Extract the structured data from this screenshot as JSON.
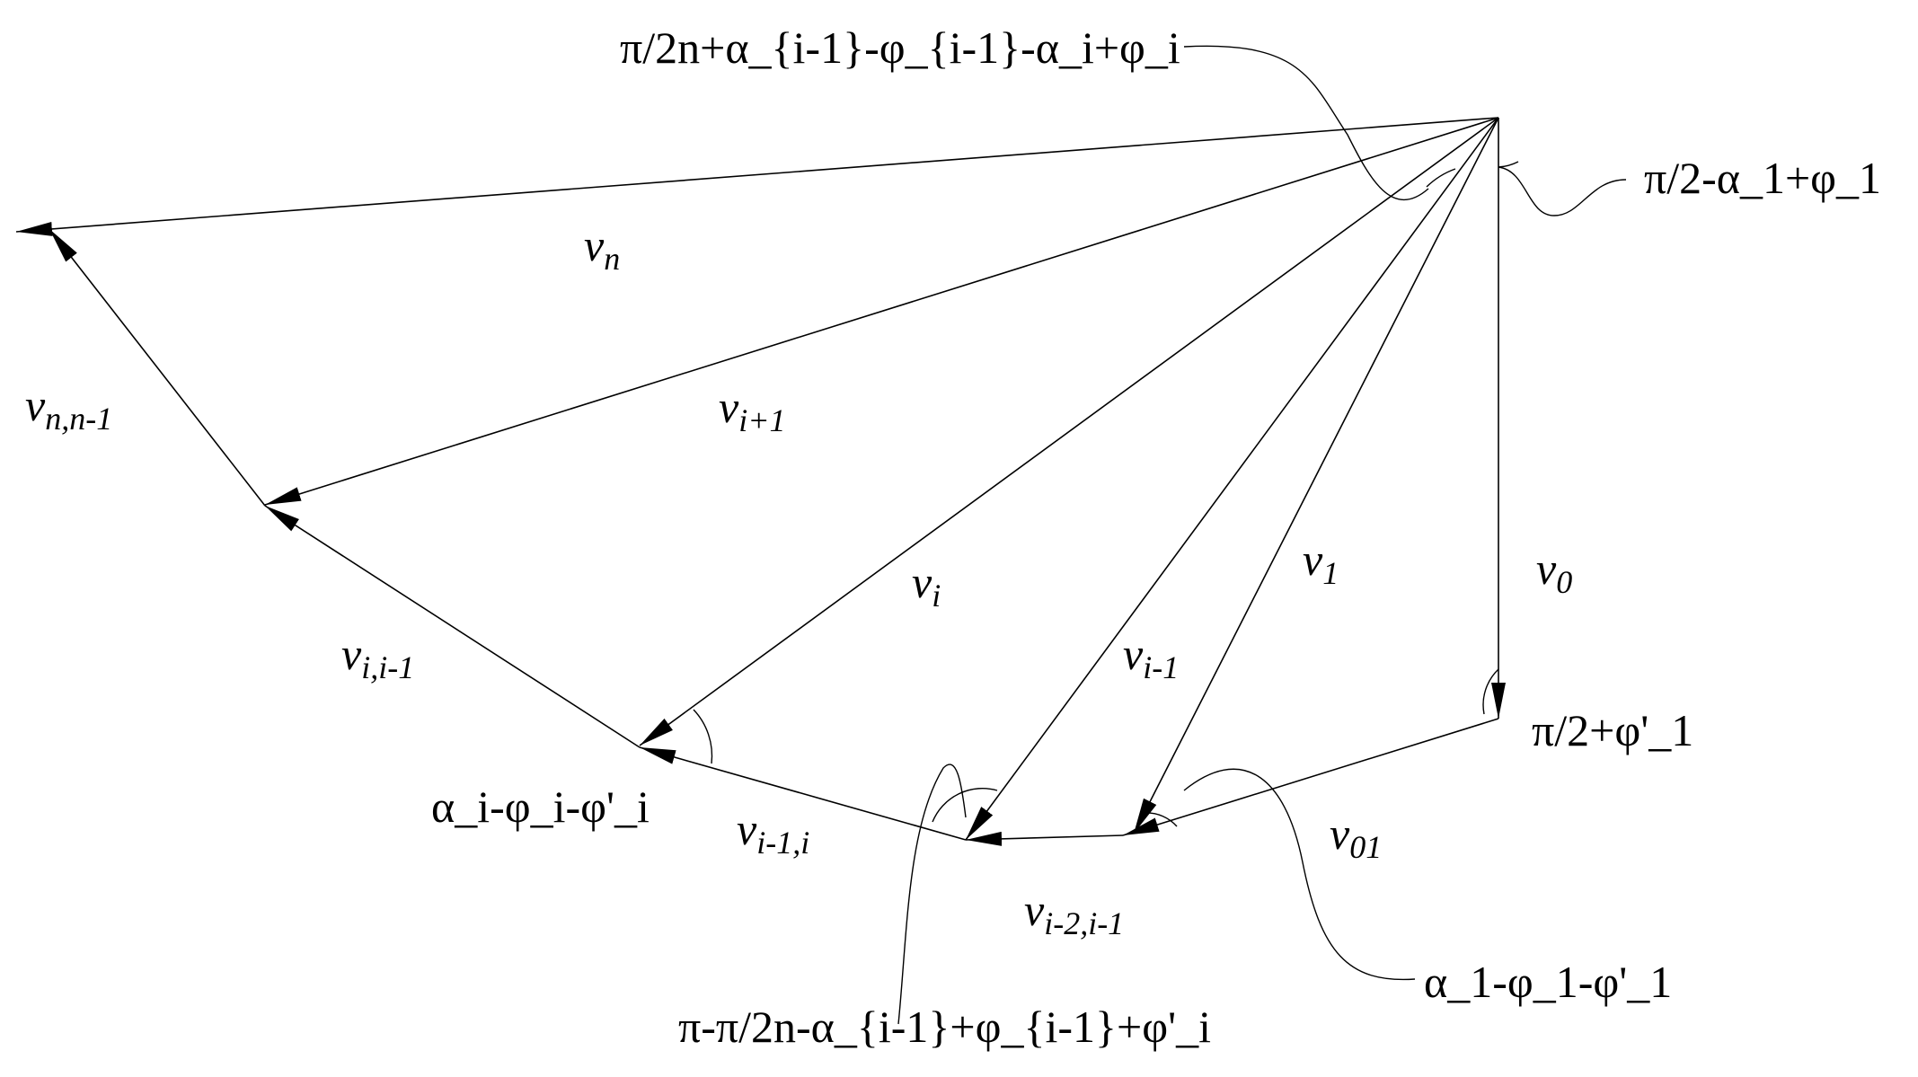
{
  "vectors": {
    "v_n": "v",
    "v_n_sub": "n",
    "v_nn1": "v",
    "v_nn1_sub": "n,n-1",
    "v_ip1": "v",
    "v_ip1_sub": "i+1",
    "v_i": "v",
    "v_i_sub": "i",
    "v_ii1": "v",
    "v_ii1_sub": "i,i-1",
    "v_im1": "v",
    "v_im1_sub": "i-1",
    "v_1": "v",
    "v_1_sub": "1",
    "v_0": "v",
    "v_0_sub": "0",
    "v_01": "v",
    "v_01_sub": "01",
    "v_im1i": "v",
    "v_im1i_sub": "i-1,i",
    "v_im2": "v",
    "v_im2_sub": "i-2,i-1"
  },
  "angles": {
    "top": "π/2n+α_{i-1}-φ_{i-1}-α_i+φ_i",
    "top_right": "π/2-α_1+φ_1",
    "right_bottom": "π/2+φ'_1",
    "alpha_i": "α_i-φ_i-φ'_i",
    "alpha_1": "α_1-φ_1-φ'_1",
    "bottom": "π-π/2n-α_{i-1}+φ_{i-1}+φ'_i"
  }
}
